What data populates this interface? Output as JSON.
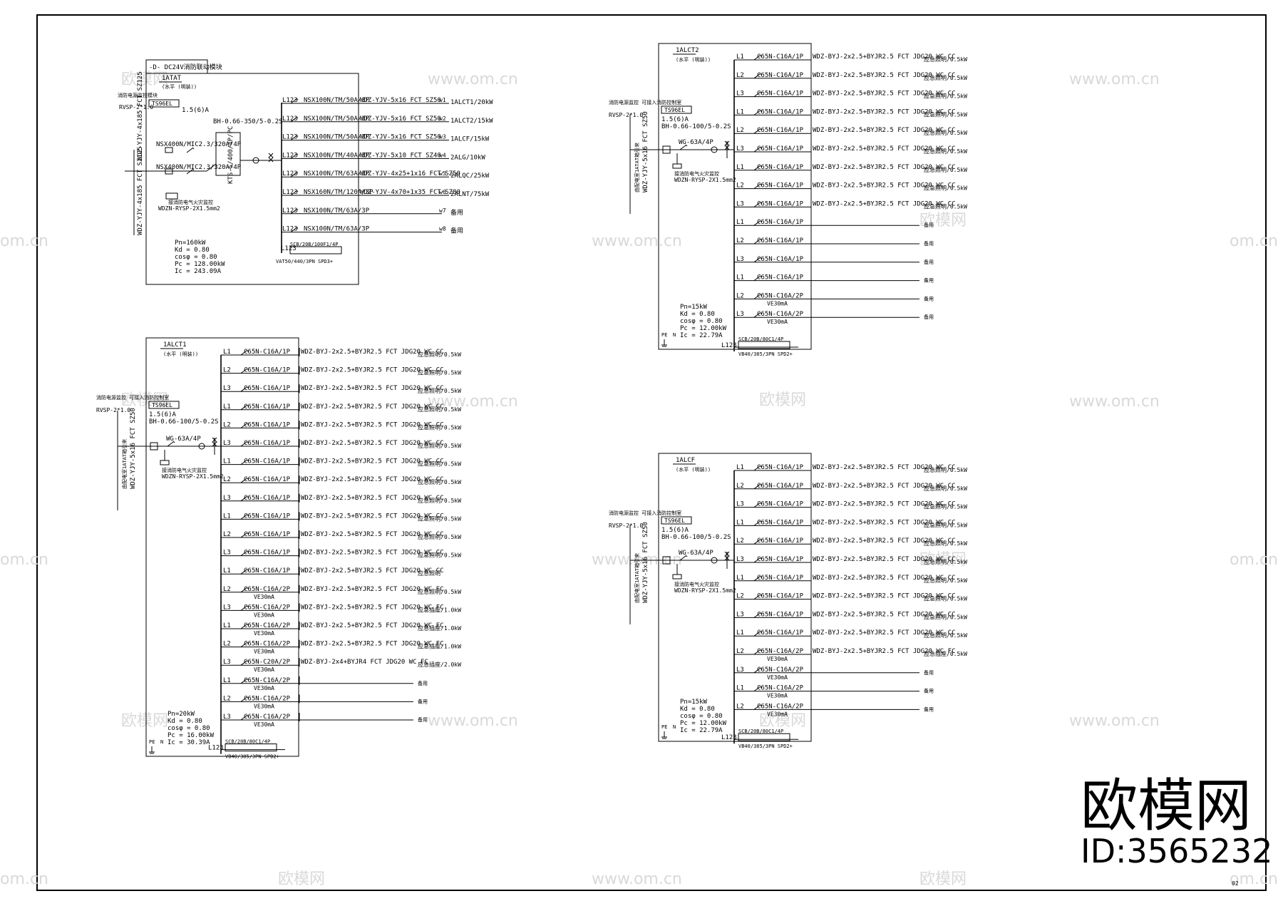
{
  "watermarks": {
    "site": "www.om.cn",
    "brand": "欧模网",
    "site_partial": "om.cn"
  },
  "logo": {
    "brand": "欧模网",
    "id": "ID:3565232"
  },
  "page_number": "02",
  "panels": [
    {
      "key": "atat",
      "title": "1ATAT",
      "header": "-D- DC24V消防联动模块",
      "subtitle": "(水平 (明装))",
      "incoming": "WDZ-YJY-4x185 FCT SZ125",
      "incoming2": "WDZ-YJY-4x185 FCT SZ125",
      "atse_note": "消防电源监控模块",
      "main_breakers": [
        "NSX400N/MIC2.3/320A/4P",
        "NSX400N/MIC2.3/320A/4P"
      ],
      "meter": "TS96EL",
      "meter_cable": "RVSP-2*1.0",
      "meter_rating": "1.5(6)A",
      "ct": "BH-0.66-350/5-0.2S",
      "ats": "KTS-S/400/4P/PC",
      "fire_cable": "WDZN-RYSP-2X1.5mm2",
      "fire_label": "接消防电气火灾监控",
      "spd": "SCB/20B/100F1/4P",
      "spd2": "VAT50/440/3PN SPD3+",
      "summary": [
        "Pn=160kW",
        "Kd = 0.80",
        "cosφ = 0.80",
        "Pc = 128.00kW",
        "Ic = 243.09A"
      ],
      "circuits": [
        {
          "phase": "L123",
          "breaker": "NSX100N/TM/50A/3P",
          "cable": "WDZ-YJV-5x16 FCT SZ50",
          "no": "w1",
          "load": "1ALCT1/20kW"
        },
        {
          "phase": "L123",
          "breaker": "NSX100N/TM/50A/3P",
          "cable": "WDZ-YJV-5x16 FCT SZ50",
          "no": "w2",
          "load": "1ALCT2/15kW"
        },
        {
          "phase": "L123",
          "breaker": "NSX100N/TM/50A/3P",
          "cable": "WDZ-YJV-5x16 FCT SZ50",
          "no": "w3",
          "load": "1ALCF/15kW"
        },
        {
          "phase": "L123",
          "breaker": "NSX100N/TM/40A/3P",
          "cable": "WDZ-YJV-5x10 FCT SZ40",
          "no": "w4",
          "load": "2ALG/10kW"
        },
        {
          "phase": "L123",
          "breaker": "NSX100N/TM/63A/3P",
          "cable": "WDZ-YJV-4x25+1x16 FCT SZ50",
          "no": "w5",
          "load": "2ALQC/25kW"
        },
        {
          "phase": "L123",
          "breaker": "NSX160N/TM/120A/3P",
          "cable": "WDZ-YJV-4x70+1x35 FCT SZ80",
          "no": "w6",
          "load": "2ALNT/75kW"
        },
        {
          "phase": "L123",
          "breaker": "NSX100N/TM/63A/3P",
          "cable": "",
          "no": "w7",
          "load": "备用"
        },
        {
          "phase": "L123",
          "breaker": "NSX100N/TM/63A/3P",
          "cable": "",
          "no": "w8",
          "load": "备用"
        }
      ]
    },
    {
      "key": "alct1",
      "title": "1ALCT1",
      "subtitle": "(水平 (明装))",
      "incoming": "WDZ-YJY-5x16 FCT SZ50",
      "incoming_label": "由配电室1ATAT箱引来",
      "meter_note": "消防电源监控  可接入消防控制室",
      "meter": "TS96EL",
      "meter_cable": "RVSP-2*1.0",
      "meter_rating": "1.5(6)A",
      "ct": "BH-0.66-100/5-0.2S",
      "main_breaker": "WG-63A/4P",
      "fire_label": "接消防电气火灾监控",
      "fire_cable": "WDZN-RYSP-2X1.5mm2",
      "spd": "SCB/20B/80C1/4P",
      "spd2": "VB40/385/3PN SPD2+",
      "pe": [
        "PE",
        "N"
      ],
      "summary": [
        "Pn=20kW",
        "Kd = 0.80",
        "cosφ = 0.80",
        "Pc = 16.00kW",
        "Ic = 30.39A"
      ],
      "circuits": [
        {
          "phase": "L1",
          "breaker": "C65N-C16A/1P",
          "rcd": "",
          "cable": "WDZ-BYJ-2x2.5+BYJR2.5 FCT JDG20 WC CC",
          "load": "应急照明/0.5kW"
        },
        {
          "phase": "L2",
          "breaker": "C65N-C16A/1P",
          "rcd": "",
          "cable": "WDZ-BYJ-2x2.5+BYJR2.5 FCT JDG20 WC CC",
          "load": "应急照明/0.5kW"
        },
        {
          "phase": "L3",
          "breaker": "C65N-C16A/1P",
          "rcd": "",
          "cable": "WDZ-BYJ-2x2.5+BYJR2.5 FCT JDG20 WC CC",
          "load": "应急照明/0.5kW"
        },
        {
          "phase": "L1",
          "breaker": "C65N-C16A/1P",
          "rcd": "",
          "cable": "WDZ-BYJ-2x2.5+BYJR2.5 FCT JDG20 WC CC",
          "load": "应急照明/0.5kW"
        },
        {
          "phase": "L2",
          "breaker": "C65N-C16A/1P",
          "rcd": "",
          "cable": "WDZ-BYJ-2x2.5+BYJR2.5 FCT JDG20 WC CC",
          "load": "应急照明/0.5kW"
        },
        {
          "phase": "L3",
          "breaker": "C65N-C16A/1P",
          "rcd": "",
          "cable": "WDZ-BYJ-2x2.5+BYJR2.5 FCT JDG20 WC CC",
          "load": "应急照明/0.5kW"
        },
        {
          "phase": "L1",
          "breaker": "C65N-C16A/1P",
          "rcd": "",
          "cable": "WDZ-BYJ-2x2.5+BYJR2.5 FCT JDG20 WC CC",
          "load": "应急照明/0.5kW"
        },
        {
          "phase": "L2",
          "breaker": "C65N-C16A/1P",
          "rcd": "",
          "cable": "WDZ-BYJ-2x2.5+BYJR2.5 FCT JDG20 WC CC",
          "load": "应急照明/0.5kW"
        },
        {
          "phase": "L3",
          "breaker": "C65N-C16A/1P",
          "rcd": "",
          "cable": "WDZ-BYJ-2x2.5+BYJR2.5 FCT JDG20 WC CC",
          "load": "应急照明/0.5kW"
        },
        {
          "phase": "L1",
          "breaker": "C65N-C16A/1P",
          "rcd": "",
          "cable": "WDZ-BYJ-2x2.5+BYJR2.5 FCT JDG20 WC CC",
          "load": "应急照明/0.5kW"
        },
        {
          "phase": "L2",
          "breaker": "C65N-C16A/1P",
          "rcd": "",
          "cable": "WDZ-BYJ-2x2.5+BYJR2.5 FCT JDG20 WC CC",
          "load": "应急照明/0.5kW"
        },
        {
          "phase": "L3",
          "breaker": "C65N-C16A/1P",
          "rcd": "",
          "cable": "WDZ-BYJ-2x2.5+BYJR2.5 FCT JDG20 WC CC",
          "load": "应急照明/0.5kW"
        },
        {
          "phase": "L1",
          "breaker": "C65N-C16A/1P",
          "rcd": "",
          "cable": "WDZ-BYJ-2x2.5+BYJR2.5 FCT JDG20 WC CC",
          "load": "应急照明"
        },
        {
          "phase": "L2",
          "breaker": "C65N-C16A/2P",
          "rcd": "VE30mA",
          "cable": "WDZ-BYJ-2x2.5+BYJR2.5 FCT JDG20 WC FC",
          "load": "应急照明/0.5kW"
        },
        {
          "phase": "L3",
          "breaker": "C65N-C16A/2P",
          "rcd": "VE30mA",
          "cable": "WDZ-BYJ-2x2.5+BYJR2.5 FCT JDG20 WC FC",
          "load": "应急插座/1.0kW"
        },
        {
          "phase": "L1",
          "breaker": "C65N-C16A/2P",
          "rcd": "VE30mA",
          "cable": "WDZ-BYJ-2x2.5+BYJR2.5 FCT JDG20 WC FC",
          "load": "应急插座/1.0kW"
        },
        {
          "phase": "L2",
          "breaker": "C65N-C16A/2P",
          "rcd": "VE30mA",
          "cable": "WDZ-BYJ-2x2.5+BYJR2.5 FCT JDG20 WC FC",
          "load": "应急插座/1.0kW"
        },
        {
          "phase": "L3",
          "breaker": "C65N-C20A/2P",
          "rcd": "VE30mA",
          "cable": "WDZ-BYJ-2x4+BYJR4 FCT JDG20 WC FC",
          "load": "应急插座/2.0kW"
        },
        {
          "phase": "L1",
          "breaker": "C65N-C16A/2P",
          "rcd": "VE30mA",
          "cable": "",
          "load": "备用"
        },
        {
          "phase": "L2",
          "breaker": "C65N-C16A/2P",
          "rcd": "VE30mA",
          "cable": "",
          "load": "备用"
        },
        {
          "phase": "L3",
          "breaker": "C65N-C16A/2P",
          "rcd": "VE30mA",
          "cable": "",
          "load": "备用"
        }
      ]
    },
    {
      "key": "alct2",
      "title": "1ALCT2",
      "subtitle": "(水平 (明装))",
      "incoming": "WDZ-YJY-5x16 FCT SZ50",
      "incoming_label": "由配电室1ATAT箱引来",
      "meter_note": "消防电源监控  可接入消防控制室",
      "meter": "TS96EL",
      "meter_cable": "RVSP-2*1.0",
      "meter_rating": "1.5(6)A",
      "ct": "BH-0.66-100/5-0.2S",
      "main_breaker": "WG-63A/4P",
      "fire_label": "接消防电气火灾监控",
      "fire_cable": "WDZN-RYSP-2X1.5mm2",
      "spd": "SCB/20B/80C1/4P",
      "spd2": "VB40/385/3PN SPD2+",
      "pe": [
        "PE",
        "N"
      ],
      "summary": [
        "Pn=15kW",
        "Kd = 0.80",
        "cosφ = 0.80",
        "Pc = 12.00kW",
        "Ic = 22.79A"
      ],
      "circuits": [
        {
          "phase": "L1",
          "breaker": "C65N-C16A/1P",
          "rcd": "",
          "cable": "WDZ-BYJ-2x2.5+BYJR2.5 FCT JDG20 WC CC",
          "load": "应急照明/0.5kW"
        },
        {
          "phase": "L2",
          "breaker": "C65N-C16A/1P",
          "rcd": "",
          "cable": "WDZ-BYJ-2x2.5+BYJR2.5 FCT JDG20 WC CC",
          "load": "应急照明/0.5kW"
        },
        {
          "phase": "L3",
          "breaker": "C65N-C16A/1P",
          "rcd": "",
          "cable": "WDZ-BYJ-2x2.5+BYJR2.5 FCT JDG20 WC CC",
          "load": "应急照明/0.5kW"
        },
        {
          "phase": "L1",
          "breaker": "C65N-C16A/1P",
          "rcd": "",
          "cable": "WDZ-BYJ-2x2.5+BYJR2.5 FCT JDG20 WC CC",
          "load": "应急照明/0.5kW"
        },
        {
          "phase": "L2",
          "breaker": "C65N-C16A/1P",
          "rcd": "",
          "cable": "WDZ-BYJ-2x2.5+BYJR2.5 FCT JDG20 WC CC",
          "load": "应急照明/0.5kW"
        },
        {
          "phase": "L3",
          "breaker": "C65N-C16A/1P",
          "rcd": "",
          "cable": "WDZ-BYJ-2x2.5+BYJR2.5 FCT JDG20 WC CC",
          "load": "应急照明/0.5kW"
        },
        {
          "phase": "L1",
          "breaker": "C65N-C16A/1P",
          "rcd": "",
          "cable": "WDZ-BYJ-2x2.5+BYJR2.5 FCT JDG20 WC CC",
          "load": "应急照明/0.5kW"
        },
        {
          "phase": "L2",
          "breaker": "C65N-C16A/1P",
          "rcd": "",
          "cable": "WDZ-BYJ-2x2.5+BYJR2.5 FCT JDG20 WC CC",
          "load": "应急照明/0.5kW"
        },
        {
          "phase": "L3",
          "breaker": "C65N-C16A/1P",
          "rcd": "",
          "cable": "WDZ-BYJ-2x2.5+BYJR2.5 FCT JDG20 WC CC",
          "load": "应急照明/0.5kW"
        },
        {
          "phase": "L1",
          "breaker": "C65N-C16A/1P",
          "rcd": "",
          "cable": "",
          "load": "备用"
        },
        {
          "phase": "L2",
          "breaker": "C65N-C16A/1P",
          "rcd": "",
          "cable": "",
          "load": "备用"
        },
        {
          "phase": "L3",
          "breaker": "C65N-C16A/1P",
          "rcd": "",
          "cable": "",
          "load": "备用"
        },
        {
          "phase": "L1",
          "breaker": "C65N-C16A/1P",
          "rcd": "",
          "cable": "",
          "load": "备用"
        },
        {
          "phase": "L2",
          "breaker": "C65N-C16A/2P",
          "rcd": "VE30mA",
          "cable": "",
          "load": "备用"
        },
        {
          "phase": "L3",
          "breaker": "C65N-C16A/2P",
          "rcd": "VE30mA",
          "cable": "",
          "load": "备用"
        }
      ]
    },
    {
      "key": "alcf",
      "title": "1ALCF",
      "subtitle": "(水平 (明装))",
      "incoming": "WDZ-YJY-5x16 FCT SZ50",
      "incoming_label": "由配电室1ATAT箱引来",
      "meter_note": "消防电源监控  可接入消防控制室",
      "meter": "TS96EL",
      "meter_cable": "RVSP-2*1.0",
      "meter_rating": "1.5(6)A",
      "ct": "BH-0.66-100/5-0.2S",
      "main_breaker": "WG-63A/4P",
      "fire_label": "接消防电气火灾监控",
      "fire_cable": "WDZN-RYSP-2X1.5mm2",
      "spd": "SCB/20B/80C1/4P",
      "spd2": "VB40/385/3PN SPD2+",
      "pe": [
        "PE",
        "N"
      ],
      "summary": [
        "Pn=15kW",
        "Kd = 0.80",
        "cosφ = 0.80",
        "Pc = 12.00kW",
        "Ic = 22.79A"
      ],
      "circuits": [
        {
          "phase": "L1",
          "breaker": "C65N-C16A/1P",
          "rcd": "",
          "cable": "WDZ-BYJ-2x2.5+BYJR2.5 FCT JDG20 WC CC",
          "load": "应急照明/0.5kW"
        },
        {
          "phase": "L2",
          "breaker": "C65N-C16A/1P",
          "rcd": "",
          "cable": "WDZ-BYJ-2x2.5+BYJR2.5 FCT JDG20 WC CC",
          "load": "应急照明/0.5kW"
        },
        {
          "phase": "L3",
          "breaker": "C65N-C16A/1P",
          "rcd": "",
          "cable": "WDZ-BYJ-2x2.5+BYJR2.5 FCT JDG20 WC CC",
          "load": "应急照明/0.5kW"
        },
        {
          "phase": "L1",
          "breaker": "C65N-C16A/1P",
          "rcd": "",
          "cable": "WDZ-BYJ-2x2.5+BYJR2.5 FCT JDG20 WC CC",
          "load": "应急照明/0.5kW"
        },
        {
          "phase": "L2",
          "breaker": "C65N-C16A/1P",
          "rcd": "",
          "cable": "WDZ-BYJ-2x2.5+BYJR2.5 FCT JDG20 WC CC",
          "load": "应急照明/0.5kW"
        },
        {
          "phase": "L3",
          "breaker": "C65N-C16A/1P",
          "rcd": "",
          "cable": "WDZ-BYJ-2x2.5+BYJR2.5 FCT JDG20 WC CC",
          "load": "应急照明/0.5kW"
        },
        {
          "phase": "L1",
          "breaker": "C65N-C16A/1P",
          "rcd": "",
          "cable": "WDZ-BYJ-2x2.5+BYJR2.5 FCT JDG20 WC CC",
          "load": "应急照明/0.5kW"
        },
        {
          "phase": "L2",
          "breaker": "C65N-C16A/1P",
          "rcd": "",
          "cable": "WDZ-BYJ-2x2.5+BYJR2.5 FCT JDG20 WC CC",
          "load": "应急照明/0.5kW"
        },
        {
          "phase": "L3",
          "breaker": "C65N-C16A/1P",
          "rcd": "",
          "cable": "WDZ-BYJ-2x2.5+BYJR2.5 FCT JDG20 WC CC",
          "load": "应急照明/0.5kW"
        },
        {
          "phase": "L1",
          "breaker": "C65N-C16A/1P",
          "rcd": "",
          "cable": "WDZ-BYJ-2x2.5+BYJR2.5 FCT JDG20 WC CC",
          "load": "应急照明/0.5kW"
        },
        {
          "phase": "L2",
          "breaker": "C65N-C16A/2P",
          "rcd": "VE30mA",
          "cable": "WDZ-BYJ-2x2.5+BYJR2.5 FCT JDG20 WC FC",
          "load": "应急插座/0.5kW"
        },
        {
          "phase": "L3",
          "breaker": "C65N-C16A/2P",
          "rcd": "VE30mA",
          "cable": "",
          "load": "备用"
        },
        {
          "phase": "L1",
          "breaker": "C65N-C16A/2P",
          "rcd": "VE30mA",
          "cable": "",
          "load": "备用"
        },
        {
          "phase": "L2",
          "breaker": "C65N-C16A/2P",
          "rcd": "VE30mA",
          "cable": "",
          "load": "备用"
        }
      ]
    }
  ]
}
